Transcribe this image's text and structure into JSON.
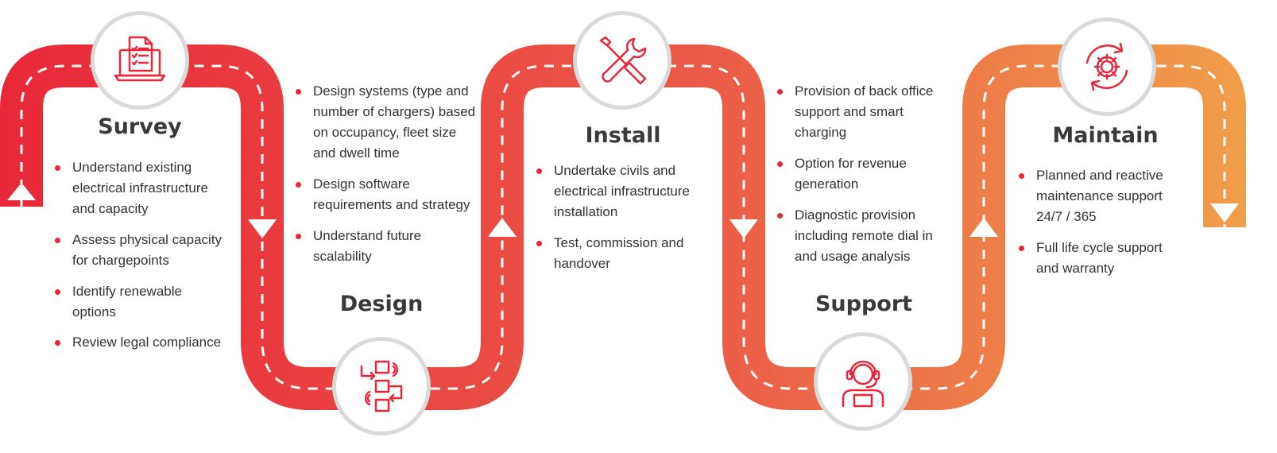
{
  "colors": {
    "start": "#e8283a",
    "mid": "#ea5a48",
    "end": "#f0a24a",
    "bullet": "#e8283a",
    "icon": "#e8283a",
    "dash": "#ffffff"
  },
  "stages": [
    {
      "title": "Survey",
      "icon": "laptop-checklist-icon",
      "bullets": [
        "Understand existing electrical infrastructure and capacity",
        "Assess physical capacity for chargepoints",
        "Identify renewable options",
        "Review legal compliance"
      ]
    },
    {
      "title": "Design",
      "icon": "flowchart-gears-icon",
      "bullets": [
        "Design systems (type and number of chargers) based on occupancy, fleet size and dwell time",
        "Design software requirements and strategy",
        "Understand future scalability"
      ]
    },
    {
      "title": "Install",
      "icon": "wrench-screwdriver-icon",
      "bullets": [
        "Undertake civils and electrical infrastructure installation",
        "Test, commission and handover"
      ]
    },
    {
      "title": "Support",
      "icon": "headset-agent-icon",
      "bullets": [
        "Provision of back office support and smart charging",
        "Option for revenue generation",
        "Diagnostic provision including remote dial in and usage analysis"
      ]
    },
    {
      "title": "Maintain",
      "icon": "gear-cycle-icon",
      "bullets": [
        "Planned and reactive maintenance support 24/7 / 365",
        "Full life cycle support and warranty"
      ]
    }
  ]
}
